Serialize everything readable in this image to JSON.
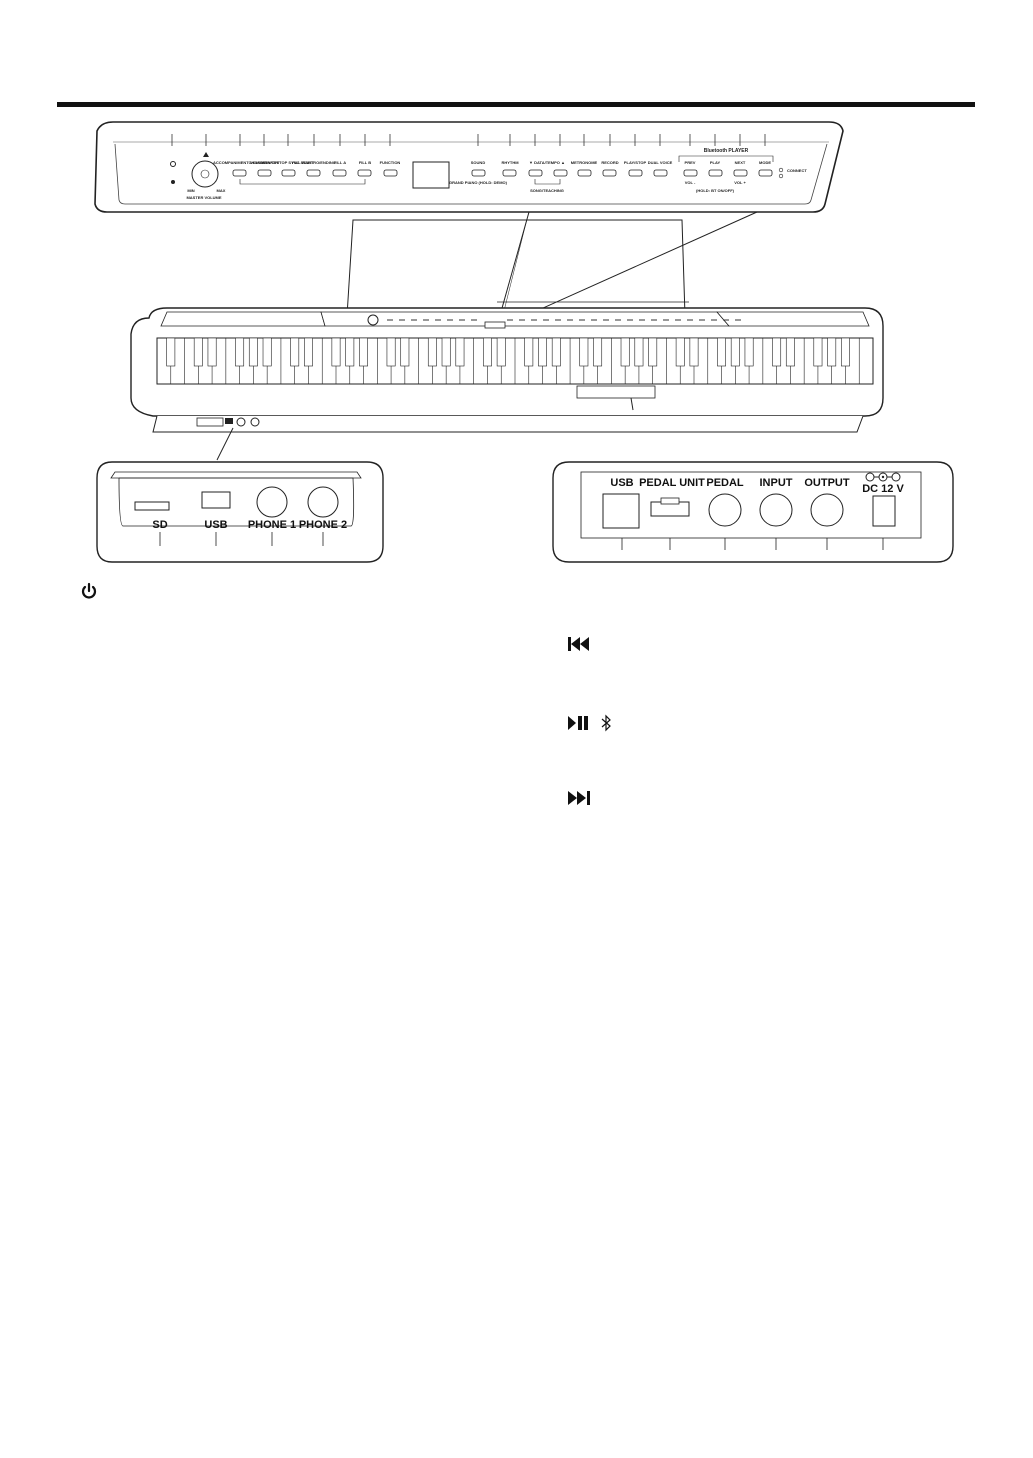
{
  "top_panel": {
    "bluetooth_title": "Bluetooth PLAYER",
    "buttons": [
      "ACCOMPANIMENT VOLUME",
      "CHORD ON/OFF",
      "START/STOP SYNC START",
      "FILL IN/INTRO/ENDING",
      "FILL A",
      "FILL B",
      "FUNCTION",
      "SOUND",
      "RHYTHM",
      "▼ DATA/TEMPO ▲",
      "METRONOME",
      "RECORD",
      "PLAY/STOP",
      "DUAL VOICE"
    ],
    "bt_buttons": [
      "PREV",
      "PLAY",
      "NEXT",
      "MODE"
    ],
    "master_volume": "MASTER VOLUME",
    "min": "MIN",
    "max": "MAX",
    "grand_piano": "GRAND PIANO (HOLD: DEMO)",
    "song_teaching": "SONG/TEACHING",
    "vol_minus": "VOL -",
    "vol_plus": "VOL +",
    "hold_bt": "(HOLD: BT ON/OFF)",
    "connect": "CONNECT"
  },
  "left_panel": {
    "sd": "SD",
    "usb": "USB",
    "phone1": "PHONE 1",
    "phone2": "PHONE 2"
  },
  "right_panel": {
    "usb": "USB",
    "pedal_unit": "PEDAL UNIT",
    "pedal": "PEDAL",
    "input": "INPUT",
    "output": "OUTPUT",
    "dc": "DC 12 V"
  },
  "icons": {
    "power": "power-icon",
    "prev": "previous-track-icon",
    "play_pause": "play-pause-icon",
    "bluetooth": "bluetooth-icon",
    "next": "next-track-icon"
  }
}
